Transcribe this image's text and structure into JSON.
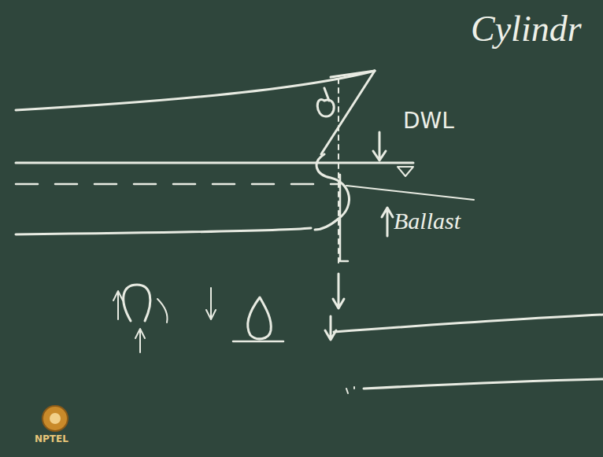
{
  "diagram": {
    "labels": [
      "Cylindr",
      "DWL",
      "Ballast",
      "NPTEL"
    ]
  }
}
